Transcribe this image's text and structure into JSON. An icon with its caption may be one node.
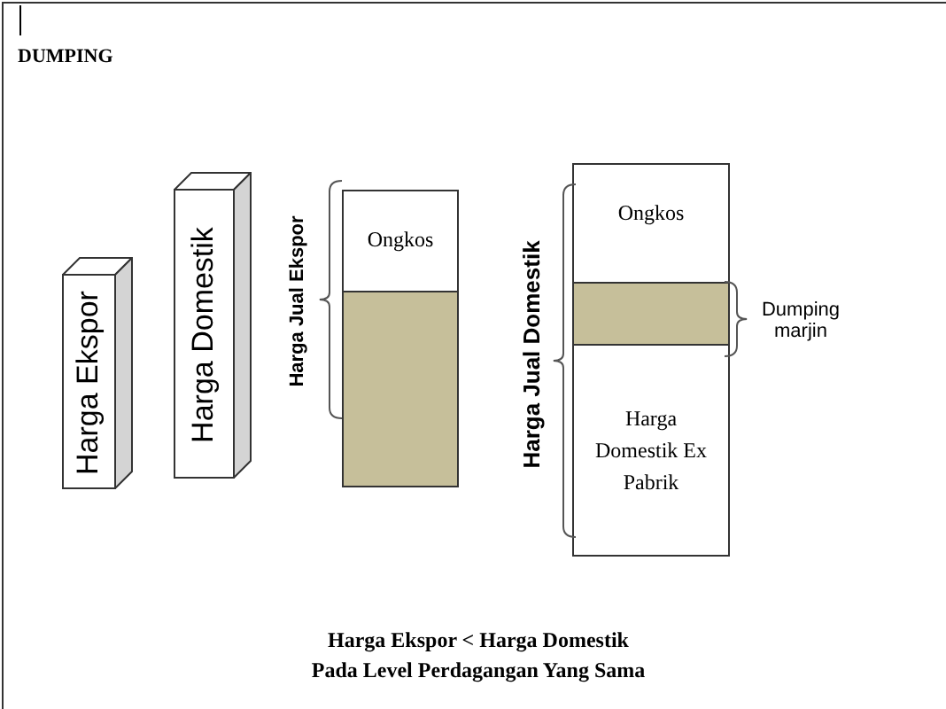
{
  "diagram": {
    "title": "DUMPING",
    "caption": "Harga Ekspor < Harga Domestik Pada Level Perdagangan Yang Sama",
    "nodes": [
      {
        "text": [
          "Harga Ekspor"
        ]
      },
      {
        "text": [
          "Harga Domestik"
        ]
      },
      {
        "text": [
          "Ongkos"
        ]
      },
      {
        "text": [],
        "shape": "bar"
      },
      {
        "text": [
          "Ongkos"
        ]
      },
      {
        "text": [],
        "shape": "bar"
      },
      {
        "text": [
          "Harga Domestik Ex Pabrik"
        ]
      }
    ],
    "labels": [
      "Harga Jual Ekspor",
      "Harga Jual Domestik",
      "Dumping marjin"
    ]
  }
}
